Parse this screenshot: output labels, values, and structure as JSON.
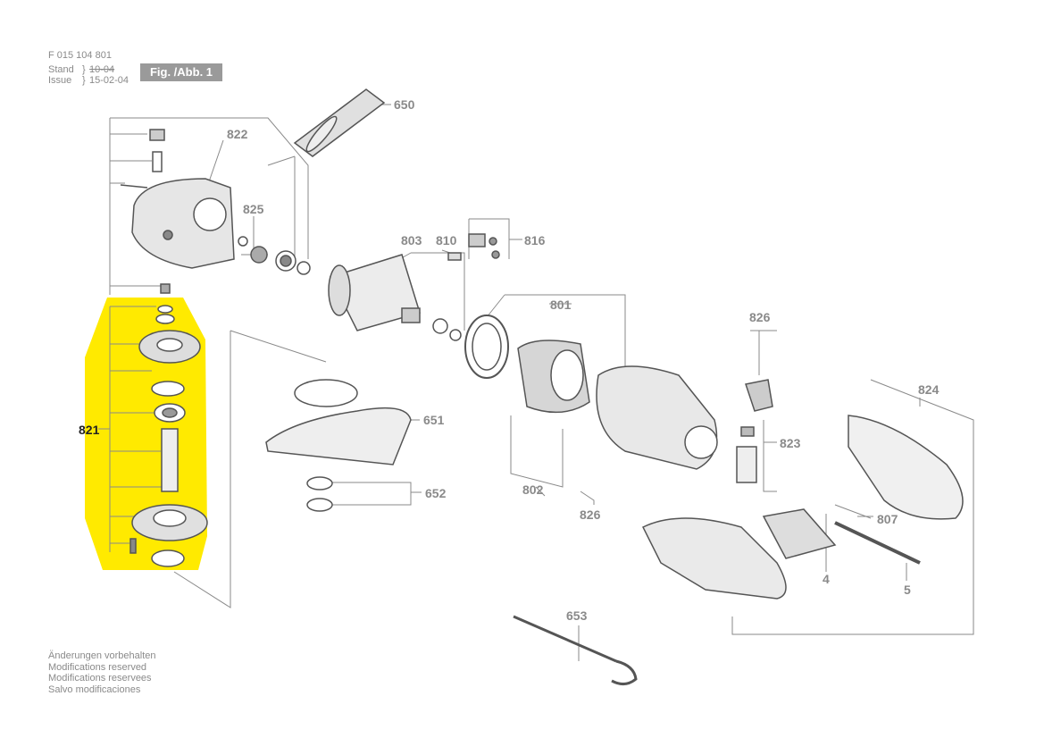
{
  "header": {
    "doc_number": "F 015 104 801",
    "stand_label": "Stand",
    "stand_value": "10-04",
    "issue_label": "Issue",
    "issue_value": "15-02-04",
    "figure_label": "Fig. /Abb. 1"
  },
  "footer": {
    "lines": [
      "Änderungen vorbehalten",
      "Modifications reserved",
      "Modifications reservees",
      "Salvo modificaciones"
    ]
  },
  "callouts": {
    "c650": "650",
    "c822": "822",
    "c825": "825",
    "c803": "803",
    "c810": "810",
    "c816": "816",
    "c801": "801",
    "c826a": "826",
    "c821": "821",
    "c651": "651",
    "c824": "824",
    "c823": "823",
    "c652": "652",
    "c802": "802",
    "c826b": "826",
    "c807": "807",
    "c4": "4",
    "c5": "5",
    "c653": "653"
  },
  "colors": {
    "highlight": "#ffea00",
    "line": "#8a8a8a",
    "part": "#555555"
  }
}
